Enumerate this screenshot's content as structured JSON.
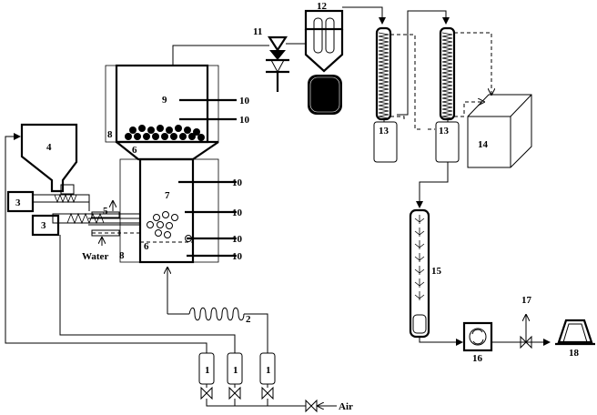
{
  "labels": {
    "l1a": "1",
    "l1b": "1",
    "l1c": "1",
    "l2": "2",
    "l3a": "3",
    "l3b": "3",
    "l4": "4",
    "l5": "5",
    "l6a": "6",
    "l6b": "6",
    "l7": "7",
    "l8a": "8",
    "l8b": "8",
    "l9": "9",
    "l10a": "10",
    "l10b": "10",
    "l10c": "10",
    "l10d": "10",
    "l10e": "10",
    "l10f": "10",
    "l11": "11",
    "l12": "12",
    "l13a": "13",
    "l13b": "13",
    "l14": "14",
    "l15": "15",
    "l16": "16",
    "l17": "17",
    "l18": "18",
    "water": "Water",
    "air": "Air"
  }
}
